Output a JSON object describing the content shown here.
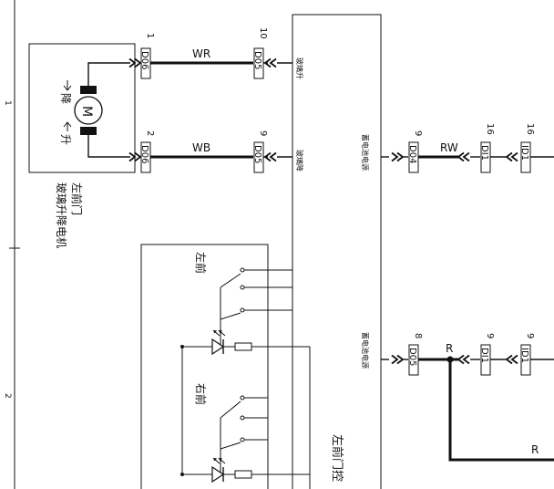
{
  "grid": {
    "row1": "1",
    "row2": "2"
  },
  "motor": {
    "symbol": "M",
    "label_line1": "左前门",
    "label_line2": "玻璃升降电机",
    "down_label": "降",
    "up_label": "升"
  },
  "connectors": {
    "wr_left_pin": "1",
    "wr_left_code": "D06",
    "wr_right_pin": "10",
    "wr_right_code": "D05",
    "wb_left_pin": "2",
    "wb_left_code": "D06",
    "wb_right_pin": "9",
    "wb_right_code": "D05",
    "rw_a_pin": "9",
    "rw_a_code": "D04",
    "rw_b_pin": "16",
    "rw_b_code": "DI1",
    "rw_c_pin": "16",
    "rw_c_code": "ID1",
    "r_a_pin": "8",
    "r_a_code": "D05",
    "r_b_pin": "9",
    "r_b_code": "DI1",
    "r_c_pin": "9",
    "r_c_code": "ID1"
  },
  "wires": {
    "wr": "WR",
    "wb": "WB",
    "rw": "RW",
    "r_top": "R",
    "r_bottom": "R"
  },
  "module": {
    "window_up": "玻璃升",
    "window_down": "玻璃降",
    "battery_1": "蓄电池电源",
    "battery_2": "蓄电池电源",
    "name": "左前门控"
  },
  "switches": {
    "left_front": "左前",
    "right_front": "右前"
  }
}
